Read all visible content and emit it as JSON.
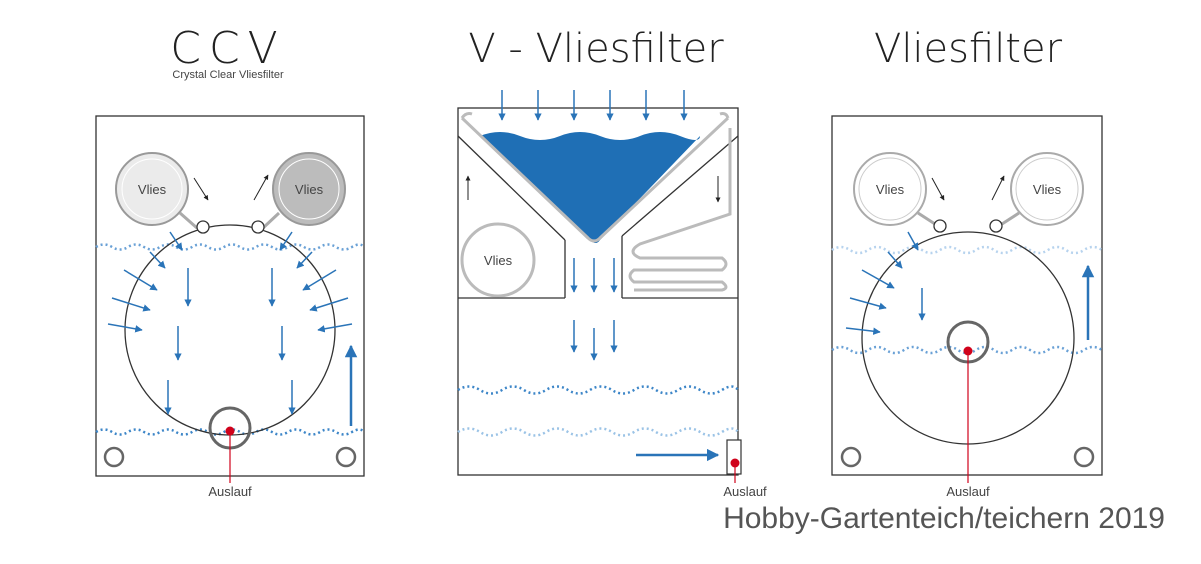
{
  "ccv": {
    "title": "CCV",
    "subtitle": "Crystal Clear Vliesfilter",
    "roll_left": "Vlies",
    "roll_right": "Vlies",
    "outlet": "Auslauf"
  },
  "vv": {
    "title": "V - Vliesfilter",
    "roll": "Vlies",
    "outlet": "Auslauf"
  },
  "vf": {
    "title": "Vliesfilter",
    "roll_left": "Vlies",
    "roll_right": "Vlies",
    "outlet": "Auslauf"
  },
  "footer": "Hobby-Gartenteich/teichern 2019",
  "colors": {
    "water": "#1f6fb5",
    "arrow": "#2a74b8",
    "outlet": "#d0021b",
    "frame": "#333333",
    "roll_dark": "#bcbcbc",
    "roll_light": "#ebebeb"
  }
}
